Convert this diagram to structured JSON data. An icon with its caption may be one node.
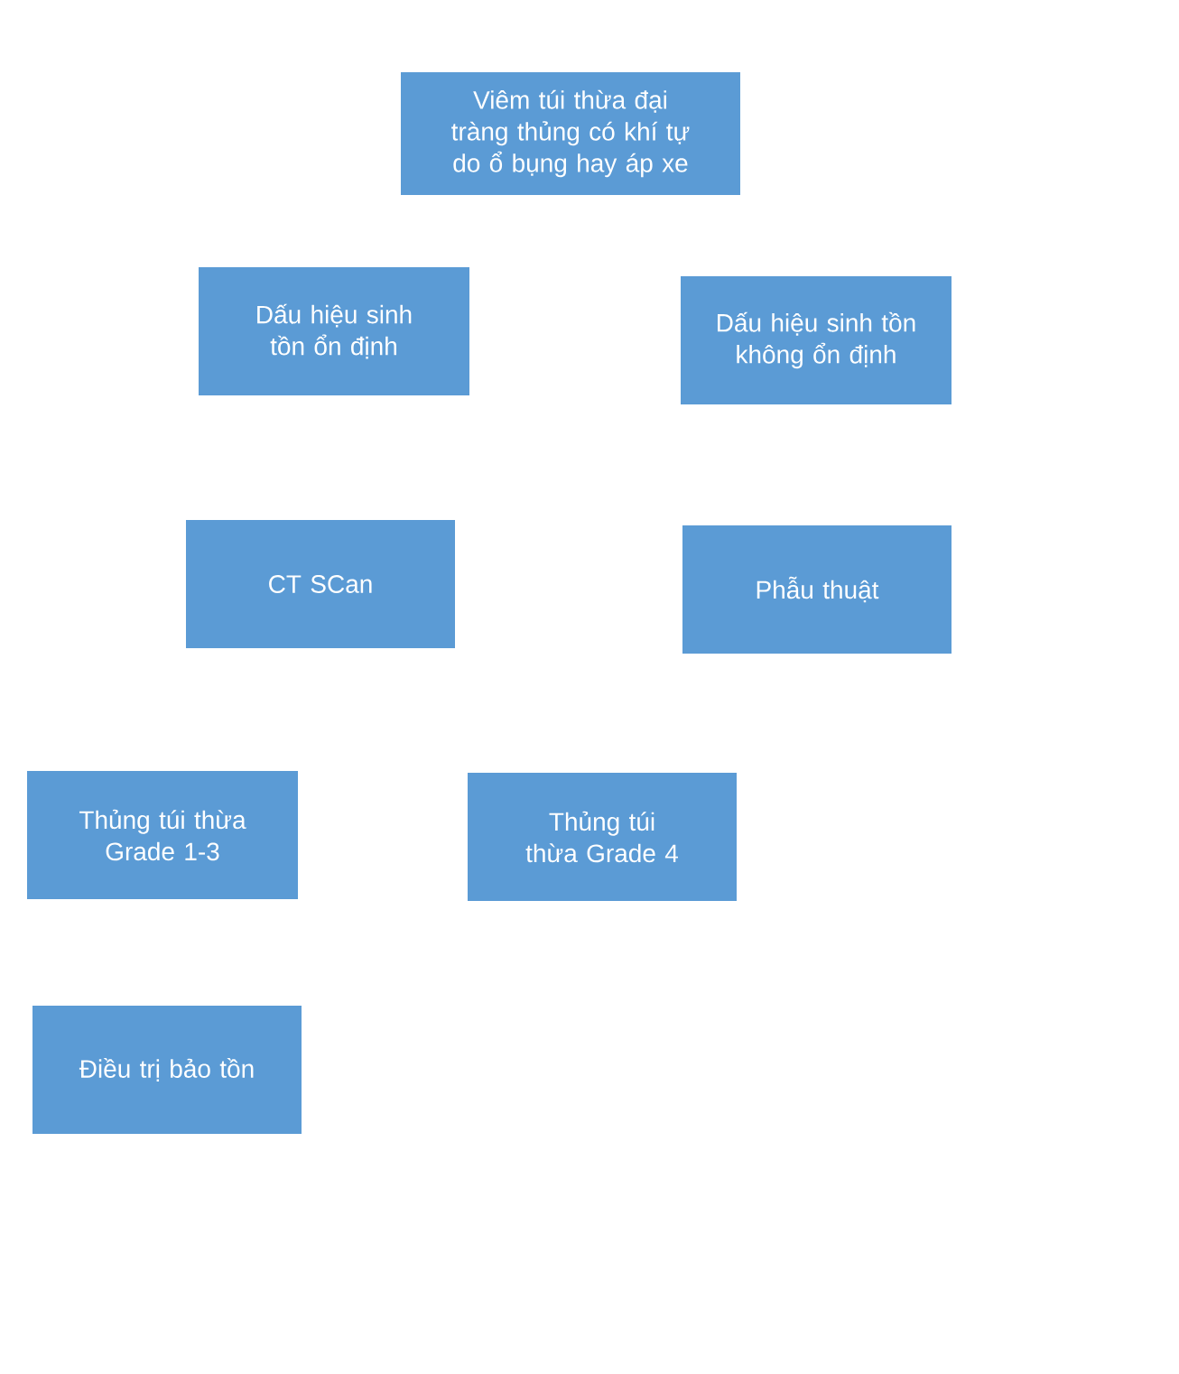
{
  "diagram": {
    "nodes": [
      {
        "text": [
          "Viêm túi thừa đại tràng thủng có khí tự do ổ bụng hay áp xe"
        ]
      },
      {
        "text": [
          "Dấu hiệu sinh tồn ổn định"
        ]
      },
      {
        "text": [
          "Dấu hiệu sinh tồn không ổn định"
        ]
      },
      {
        "text": [
          "CT SCan"
        ]
      },
      {
        "text": [
          "Phẫu thuật"
        ]
      },
      {
        "text": [
          "Thủng túi thừa Grade 1-3"
        ]
      },
      {
        "text": [
          "Thủng túi thừa Grade 4"
        ]
      },
      {
        "text": [
          "Điều trị bảo tồn"
        ]
      }
    ]
  }
}
